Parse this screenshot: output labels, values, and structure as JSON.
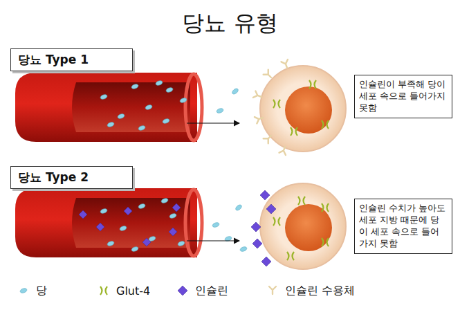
{
  "diagram": {
    "title": "당뇨 유형",
    "nodes": [
      {
        "text": [
          "당뇨 Type 1"
        ]
      },
      {
        "text": [
          "인슐린이 부족해 당이 세포 속으로 들어가지 못함"
        ]
      },
      {
        "text": [
          "당뇨 Type 2"
        ]
      },
      {
        "text": [
          "인슐린 수치가 높아도 세포 지방 때문에 당이 세포 속으로 들어가지 못함"
        ]
      }
    ],
    "legend": [
      {
        "text": "당"
      },
      {
        "text": "Glut-4"
      },
      {
        "text": "인슐린"
      },
      {
        "text": "인슐린 수용체"
      }
    ]
  }
}
